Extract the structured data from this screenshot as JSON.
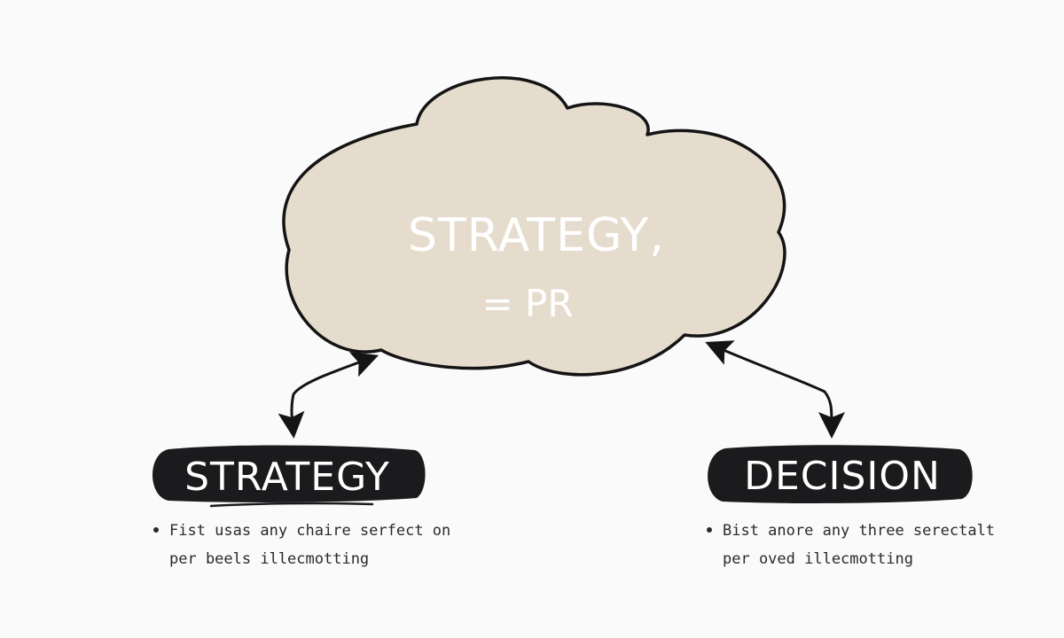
{
  "cloud": {
    "title": "STRATEGY,",
    "subtitle": "= PR"
  },
  "left_node": {
    "label": "STRATEGY",
    "bullet_line1": "Fist usas any chaire serfect on",
    "bullet_line2": "per beels illecmotting"
  },
  "right_node": {
    "label": "DECISION",
    "bullet_line1": "Bist anore any three serectalt",
    "bullet_line2": "per oved illecmotting"
  },
  "colors": {
    "cloud_fill": "#e6dccd",
    "outline": "#141414",
    "pill": "#1b1b1d",
    "background": "#fafafa"
  }
}
